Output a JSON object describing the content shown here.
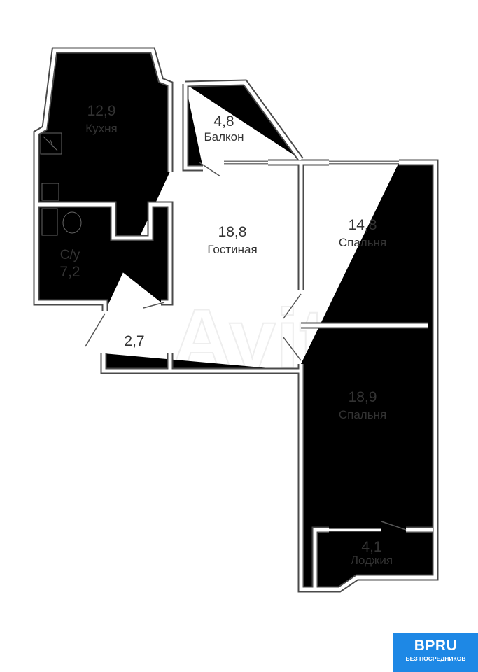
{
  "rooms": [
    {
      "area": "12,9",
      "name": "Кухня"
    },
    {
      "area": "4,8",
      "name": "Балкон"
    },
    {
      "area": "18,8",
      "name": "Гостиная"
    },
    {
      "area": "14,8",
      "name": "Спальня"
    },
    {
      "area": "7,2",
      "name": "С/у"
    },
    {
      "area": "2,7",
      "name": ""
    },
    {
      "area": "18,9",
      "name": "Спальня"
    },
    {
      "area": "4,1",
      "name": "Лоджия"
    }
  ],
  "watermark": "Avito",
  "logo": {
    "brand": "BPRU",
    "tagline": "БЕЗ ПОСРЕДНИКОВ",
    "color": "#1e88e5"
  }
}
